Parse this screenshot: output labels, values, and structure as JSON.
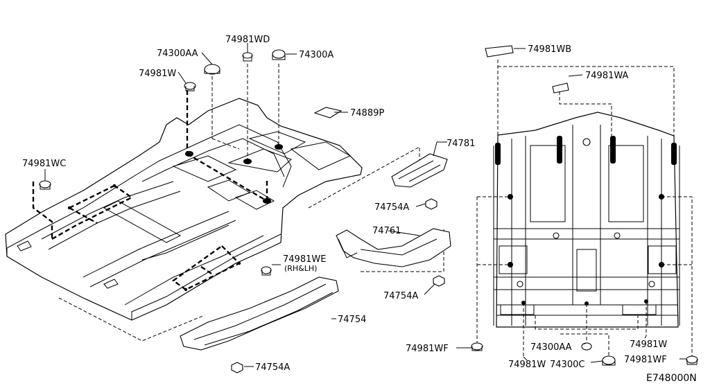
{
  "callouts": {
    "p74300AA_top": "74300AA",
    "p74981WD": "74981WD",
    "p74300A": "74300A",
    "p74981W_top": "74981W",
    "p74889P": "74889P",
    "p74981WC": "74981WC",
    "p74781": "74781",
    "p74754A_1": "74754A",
    "p74761": "74761",
    "p74981WE": "74981WE",
    "p74981WE_note": "(RH&LH)",
    "p74754A_2": "74754A",
    "p74754": "74754",
    "p74754A_3": "74754A",
    "p74981WB": "74981WB",
    "p74981WA": "74981WA",
    "p74981WF_left": "74981WF",
    "p74300AA_bottom": "74300AA",
    "p74981W_right": "74981W",
    "p74981W_bottom": "74981W",
    "p74300C": "74300C",
    "p74981WF_right": "74981WF"
  },
  "figure_code": "E748000N"
}
